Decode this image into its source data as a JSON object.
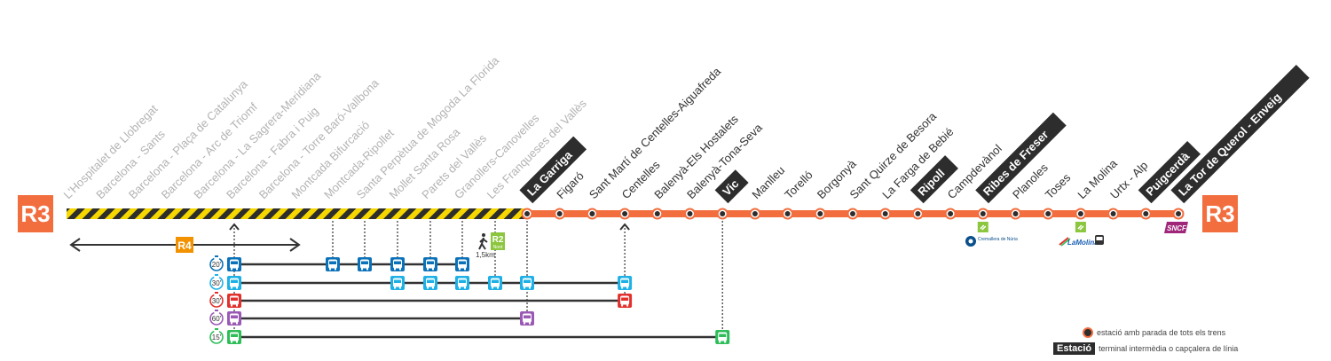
{
  "line": {
    "name": "R3",
    "color": "#f26e3f",
    "shared_color": "#f6d800",
    "start_badge": "R3",
    "end_badge": "R3"
  },
  "shared_stations": [
    "L'Hospitalet de Llobregat",
    "Barcelona - Sants",
    "Barcelona - Plaça de Catalunya",
    "Barcelona - Arc de Triomf",
    "Barcelona - La Sagrera-Meridiana",
    "Barcelona - Fabra i Puig",
    "Barcelona - Torre Baró-Vallbona",
    "Montcada Bifurcació",
    "Montcada-Ripollet",
    "Santa Perpètua de Mogoda La Florida",
    "Mollet Santa Rosa",
    "Parets del Vallès",
    "Granollers-Canovelles",
    "Les Franqueses del Vallès"
  ],
  "stations": [
    {
      "name": "La Garriga",
      "terminal": true
    },
    {
      "name": "Figaró",
      "terminal": false
    },
    {
      "name": "Sant Martí de Centelles-Aiguafreda",
      "terminal": false
    },
    {
      "name": "Centelles",
      "terminal": false
    },
    {
      "name": "Balenyà-Els Hostalets",
      "terminal": false
    },
    {
      "name": "Balenyà-Tona-Seva",
      "terminal": false
    },
    {
      "name": "Vic",
      "terminal": true
    },
    {
      "name": "Manlleu",
      "terminal": false
    },
    {
      "name": "Torelló",
      "terminal": false
    },
    {
      "name": "Borgonyà",
      "terminal": false
    },
    {
      "name": "Sant Quirze de Besora",
      "terminal": false
    },
    {
      "name": "La Farga de Bebié",
      "terminal": false
    },
    {
      "name": "Ripoll",
      "terminal": true
    },
    {
      "name": "Campdevànol",
      "terminal": false
    },
    {
      "name": "Ribes de Freser",
      "terminal": true
    },
    {
      "name": "Planoles",
      "terminal": false
    },
    {
      "name": "Toses",
      "terminal": false
    },
    {
      "name": "La Molina",
      "terminal": false
    },
    {
      "name": "Urtx - Alp",
      "terminal": false
    },
    {
      "name": "Puigcerdà",
      "terminal": true
    },
    {
      "name": "La Tor de Querol - Enveig",
      "terminal": true
    }
  ],
  "r4": {
    "label": "R4",
    "color": "#f39200"
  },
  "r2": {
    "label": "R2",
    "sublabel": "Nord",
    "walk": "1,5km",
    "color": "#8cc63f"
  },
  "bus_lines": [
    {
      "frequency": "20'",
      "color": "#0b72b9",
      "stops_shared": [
        5,
        8,
        9,
        10,
        11,
        12
      ],
      "stops_main": []
    },
    {
      "frequency": "30'",
      "color": "#1fb1e6",
      "stops_shared": [
        5,
        10,
        11,
        12,
        13
      ],
      "stops_main": [
        0,
        3
      ],
      "extra": "r2"
    },
    {
      "frequency": "30'",
      "color": "#e2312d",
      "stops_shared": [
        5
      ],
      "stops_main": [
        3
      ]
    },
    {
      "frequency": "60'",
      "color": "#9b59b6",
      "stops_shared": [
        5
      ],
      "stops_main": [
        0
      ]
    },
    {
      "frequency": "15'",
      "color": "#2ebd59",
      "stops_shared": [
        5
      ],
      "stops_main": [
        6
      ]
    }
  ],
  "connections": {
    "ribes": {
      "label": "Cremallera de Núria"
    },
    "molina": {
      "label": "LaMolina"
    },
    "tor": {
      "label": "SNCF"
    }
  },
  "legend": {
    "stop_all": "estació amb parada de tots els trens",
    "terminal_sample": "Estació",
    "terminal_desc": "terminal intermèdia o capçalera de línia"
  }
}
